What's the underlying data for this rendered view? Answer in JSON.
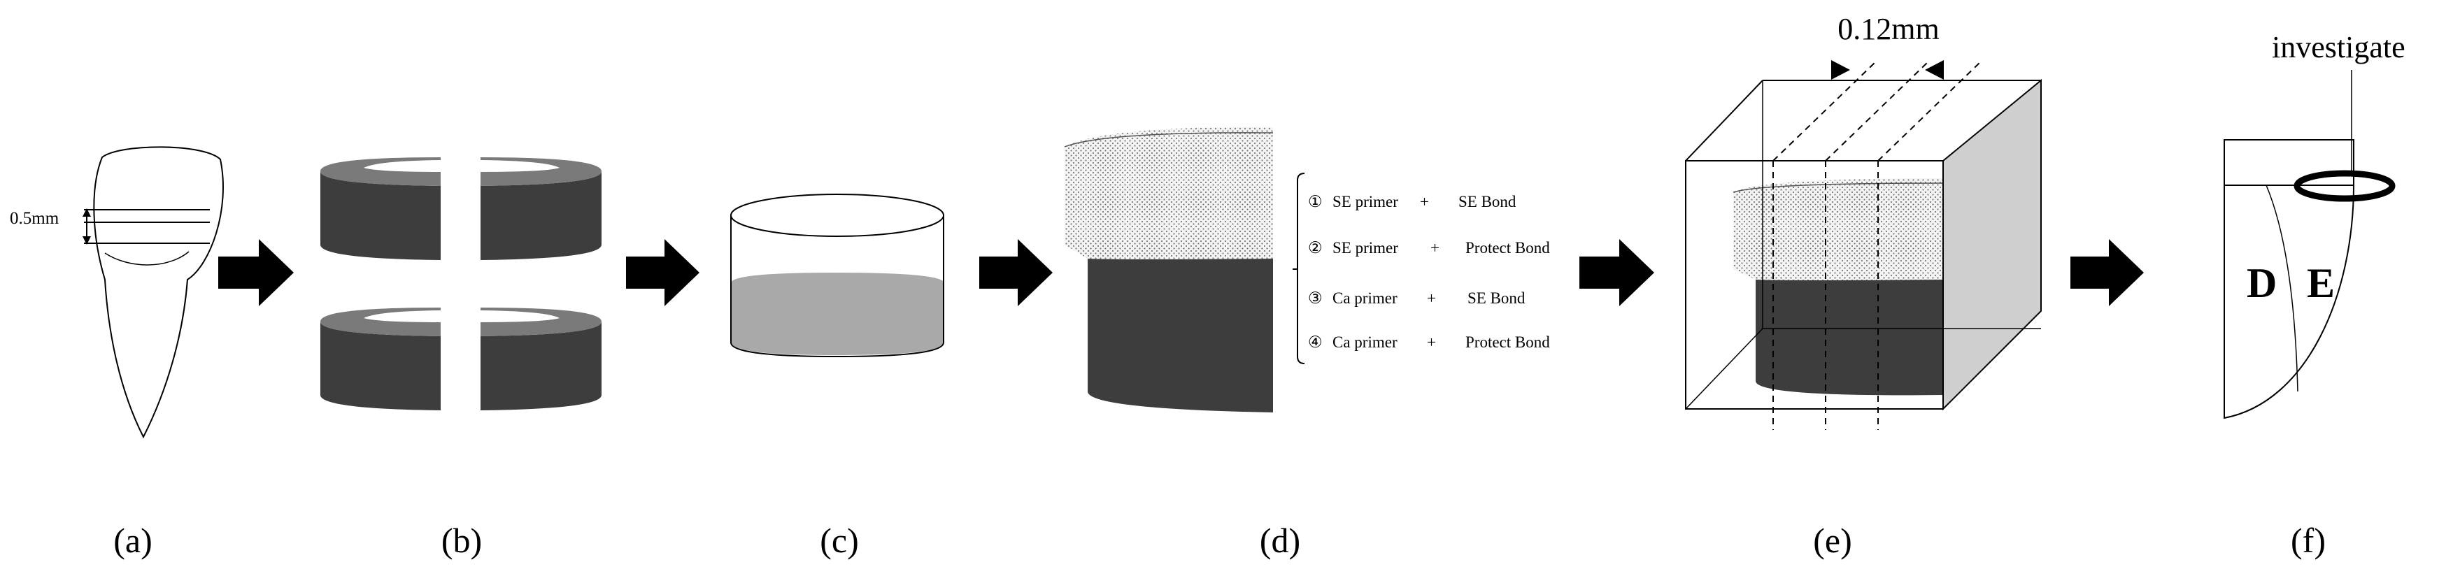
{
  "panels": [
    {
      "id": "a",
      "label": "(a)",
      "thickness_label": "0.5mm"
    },
    {
      "id": "b",
      "label": "(b)"
    },
    {
      "id": "c",
      "label": "(c)"
    },
    {
      "id": "d",
      "label": "(d)",
      "treatments": [
        {
          "number": "①",
          "primer": "SE primer",
          "bond": "SE Bond"
        },
        {
          "number": "②",
          "primer": "SE primer",
          "bond": "Protect Bond"
        },
        {
          "number": "③",
          "primer": "Ca primer",
          "bond": "SE Bond"
        },
        {
          "number": "④",
          "primer": "Ca primer",
          "bond": "Protect Bond"
        }
      ],
      "plus_sign": "+"
    },
    {
      "id": "e",
      "label": "(e)",
      "cut_spacing": "0.12mm"
    },
    {
      "id": "f",
      "label": "(f)",
      "annotation": "investigate",
      "region_d": "D",
      "region_e": "E"
    }
  ],
  "colors": {
    "dark": "#3d3d3d",
    "gray": "#7a7a7a",
    "liquid": "#a9a9a9",
    "side": "#cfcfcf",
    "line": "#000000"
  }
}
